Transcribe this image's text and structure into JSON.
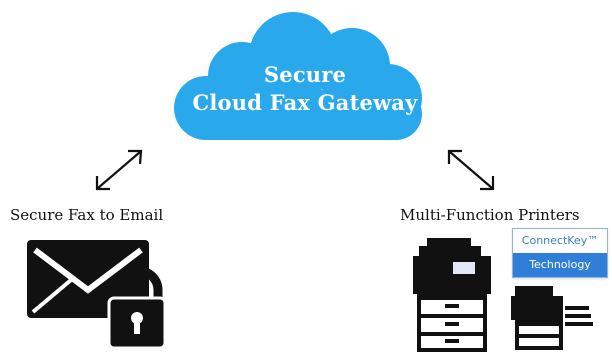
{
  "cloud": {
    "line1": "Secure",
    "line2": "Cloud Fax Gateway",
    "color": "#2aa8ec"
  },
  "left_node": {
    "caption": "Secure Fax to Email",
    "icon": "envelope-lock-icon"
  },
  "right_node": {
    "caption": "Multi-Function Printers",
    "icons": [
      "multifunction-printer-icon",
      "desktop-printer-icon"
    ],
    "badge": {
      "top": "ConnectKey™",
      "bottom": "Technology"
    }
  },
  "connectors": [
    "double-arrow-left",
    "double-arrow-right"
  ]
}
